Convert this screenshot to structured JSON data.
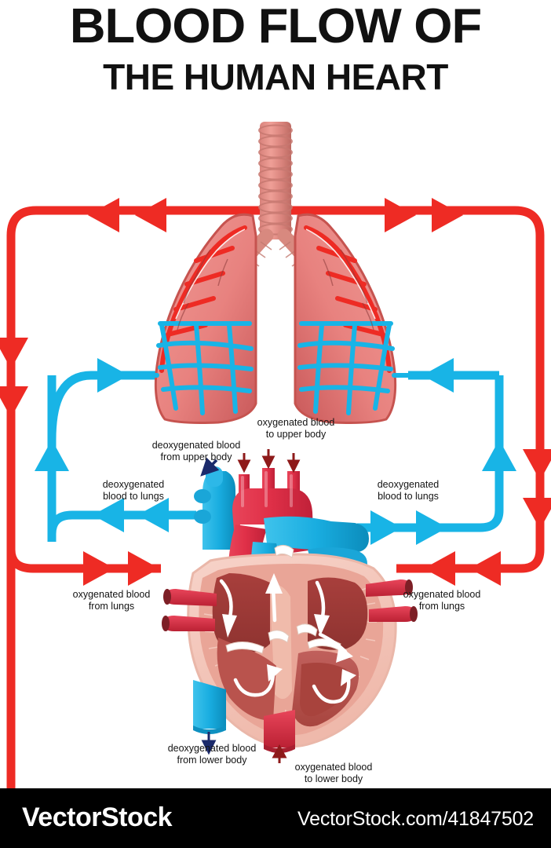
{
  "title": {
    "line1": "BLOOD FLOW OF",
    "line2": "THE HUMAN HEART"
  },
  "colors": {
    "oxygenated_red": "#ee2b24",
    "deoxygenated_blue": "#18b4e6",
    "artery_dark_red": "#c0392f",
    "heart_muscle": "#a8413c",
    "heart_wall": "#f3c5bb",
    "lung_tissue": "#e8827f",
    "text": "#141414",
    "footer_bg": "#000000",
    "arrow_navy": "#1b2a6b",
    "arrow_darkred": "#8e1a1a"
  },
  "labels": {
    "deoxy_from_upper_body": "deoxygenated blood\nfrom upper body",
    "oxy_to_upper_body": "oxygenated blood\nto upper body",
    "deoxy_to_lungs_left": "deoxygenated\nblood to lungs",
    "deoxy_to_lungs_right": "deoxygenated\nblood to lungs",
    "oxy_from_lungs_left": "oxygenated blood\nfrom lungs",
    "oxy_from_lungs_right": "oxygenated blood\nfrom lungs",
    "deoxy_from_lower_body": "deoxygenated blood\nfrom lower body",
    "oxy_to_lower_body": "oxygenated blood\nto lower body"
  },
  "anatomy": {
    "trachea": "trachea",
    "left_lung": "left-lung",
    "right_lung": "right-lung",
    "heart": "heart-cross-section",
    "aorta": "aorta",
    "superior_vena_cava": "superior-vena-cava",
    "inferior_vena_cava": "inferior-vena-cava",
    "pulmonary_artery": "pulmonary-artery",
    "pulmonary_vein": "pulmonary-vein"
  },
  "footer": {
    "logo": "VectorStock",
    "url": "VectorStock.com/41847502"
  }
}
